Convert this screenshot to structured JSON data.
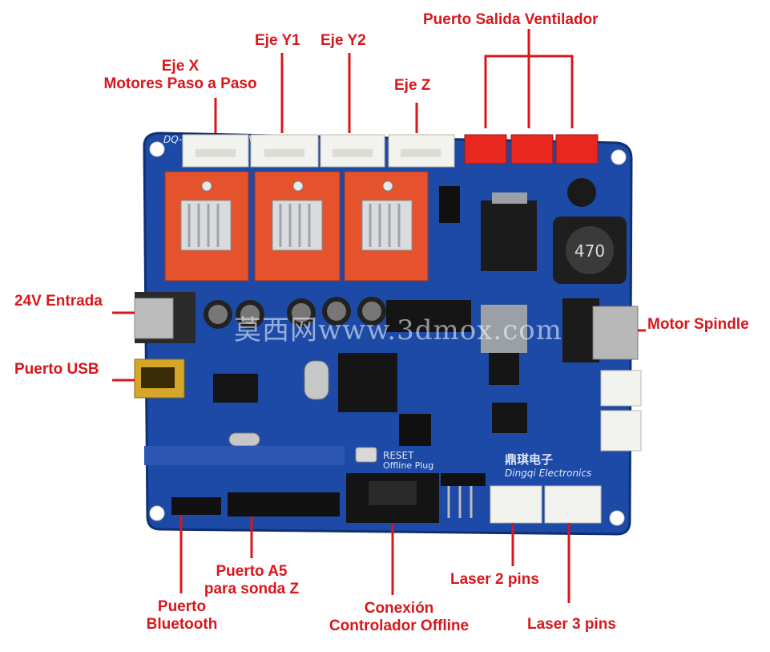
{
  "labels": {
    "eje_x_line1": "Eje X",
    "eje_x_line2": "Motores Paso a Paso",
    "eje_y1": "Eje Y1",
    "eje_y2": "Eje Y2",
    "eje_z": "Eje Z",
    "fan_port": "Puerto Salida Ventilador",
    "power_in": "24V Entrada",
    "usb_port": "Puerto USB",
    "motor_spindle": "Motor Spindle",
    "a5_line1": "Puerto A5",
    "a5_line2": "para sonda Z",
    "bt_line1": "Puerto",
    "bt_line2": "Bluetooth",
    "offline_line1": "Conexión",
    "offline_line2": "Controlador Offline",
    "laser2": "Laser 2 pins",
    "laser3": "Laser 3 pins"
  },
  "board": {
    "watermark": "莫西网www.3dmox.com",
    "brand_cn": "鼎琪电子",
    "brand_en": "Dingqi Electronics",
    "inductor_code": "470",
    "reset_label": "RESET",
    "offline_label": "Offline Plug",
    "pcb_color": "#1c4aa6",
    "driver_color": "#e4532c",
    "connector_color": "#e8281f"
  }
}
